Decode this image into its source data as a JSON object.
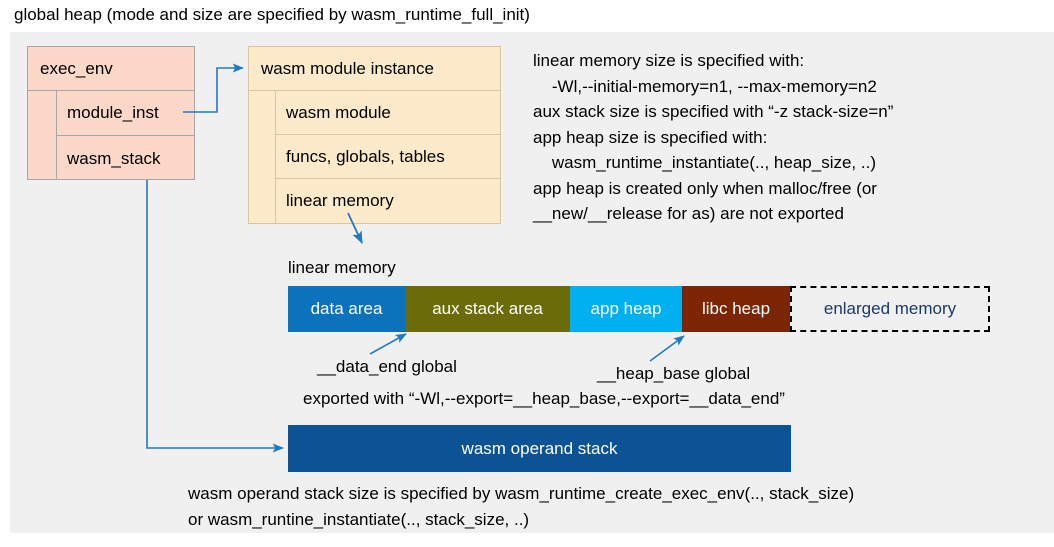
{
  "title": "global heap (mode and size are specified by wasm_runtime_full_init)",
  "exec_env": {
    "header": "exec_env",
    "rows": [
      "module_inst",
      "wasm_stack"
    ]
  },
  "module_instance": {
    "header": "wasm module instance",
    "rows": [
      "wasm module",
      "funcs, globals, tables",
      "linear memory"
    ]
  },
  "right_note": "linear memory size is specified with:\n    -Wl,--initial-memory=n1, --max-memory=n2\naux stack size is specified with “-z stack-size=n”\napp heap size is specified with:\n    wasm_runtime_instantiate(.., heap_size, ..)\napp heap is created only when malloc/free (or\n__new/__release for as) are not exported",
  "linear_memory": {
    "label": "linear memory",
    "segments": [
      {
        "label": "data area",
        "color": "#0b72bb",
        "text_color": "#ffffff"
      },
      {
        "label": "aux stack area",
        "color": "#6b6b09",
        "text_color": "#ffffff"
      },
      {
        "label": "app heap",
        "color": "#00b0f0",
        "text_color": "#ffffff"
      },
      {
        "label": "libc heap",
        "color": "#7b2504",
        "text_color": "#ffffff"
      },
      {
        "label": "enlarged memory",
        "color": "#f0f0f0",
        "text_color": "#1f3864"
      }
    ]
  },
  "captions": {
    "data_end": "__data_end global",
    "heap_base": "__heap_base global",
    "exported": "exported with “-Wl,--export=__heap_base,--export=__data_end”"
  },
  "operand_stack": {
    "label": "wasm operand stack",
    "color": "#0b5394"
  },
  "bottom_note": "wasm operand stack size is specified by wasm_runtime_create_exec_env(.., stack_size)\nor wasm_runtine_instantiate(.., stack_size, ..)",
  "colors": {
    "panel_background": "#f0f0f0",
    "exec_env_fill": "#fbd8c8",
    "module_instance_fill": "#fdeacb",
    "connector": "#1f7ac4"
  }
}
